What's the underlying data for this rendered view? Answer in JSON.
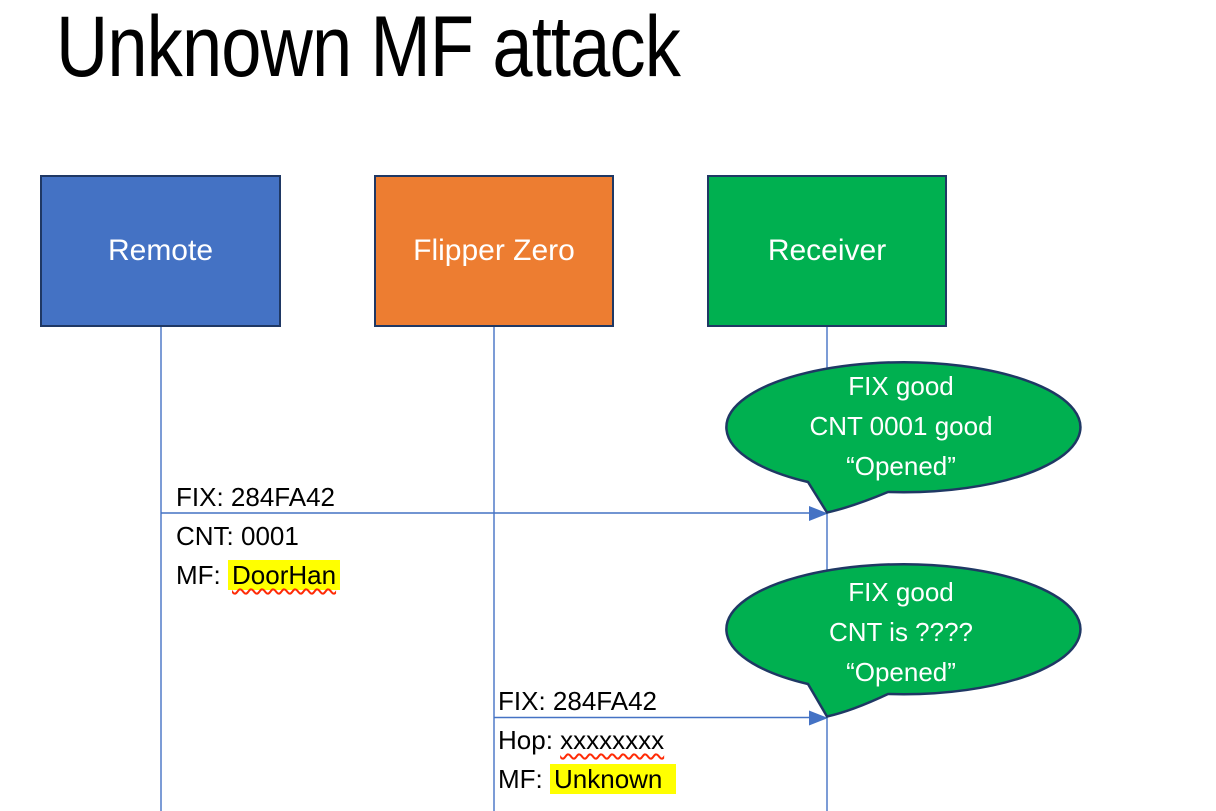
{
  "title": "Unknown MF attack",
  "actors": [
    {
      "label": "Remote",
      "fill": "#4472C4"
    },
    {
      "label": "Flipper Zero",
      "fill": "#ED7D31"
    },
    {
      "label": "Receiver",
      "fill": "#00B050"
    }
  ],
  "messages": [
    {
      "from": "Remote",
      "to": "Receiver",
      "lines": [
        {
          "text": "FIX: 284FA42"
        },
        {
          "text": "CNT: 0001"
        },
        {
          "prefix": "MF: ",
          "word": "DoorHan",
          "highlighted": true,
          "misspelled": true
        }
      ]
    },
    {
      "from": "Flipper Zero",
      "to": "Receiver",
      "lines": [
        {
          "text": "FIX: 284FA42"
        },
        {
          "prefix": "Hop: ",
          "word": "xxxxxxxx",
          "highlighted": false,
          "misspelled": true
        },
        {
          "prefix": "MF: ",
          "word": "Unknown",
          "highlighted": true,
          "misspelled": false
        }
      ]
    }
  ],
  "callouts": [
    {
      "speaker": "Receiver",
      "lines": [
        "FIX good",
        "CNT 0001 good",
        "“Opened”"
      ]
    },
    {
      "speaker": "Receiver",
      "lines": [
        "FIX good",
        "CNT is ????",
        "“Opened”"
      ]
    }
  ],
  "colors": {
    "background": "#FFFFFF",
    "actor_remote_fill": "#4472C4",
    "actor_flipper_fill": "#ED7D31",
    "actor_receiver_fill": "#00B050",
    "shape_border": "#1F3864",
    "connector_blue": "#4472C4",
    "callout_fill": "#00B050",
    "highlight_yellow": "#FFFF00",
    "squiggle_red": "#FF2B06",
    "text_black": "#000000",
    "text_white": "#FFFFFF"
  }
}
